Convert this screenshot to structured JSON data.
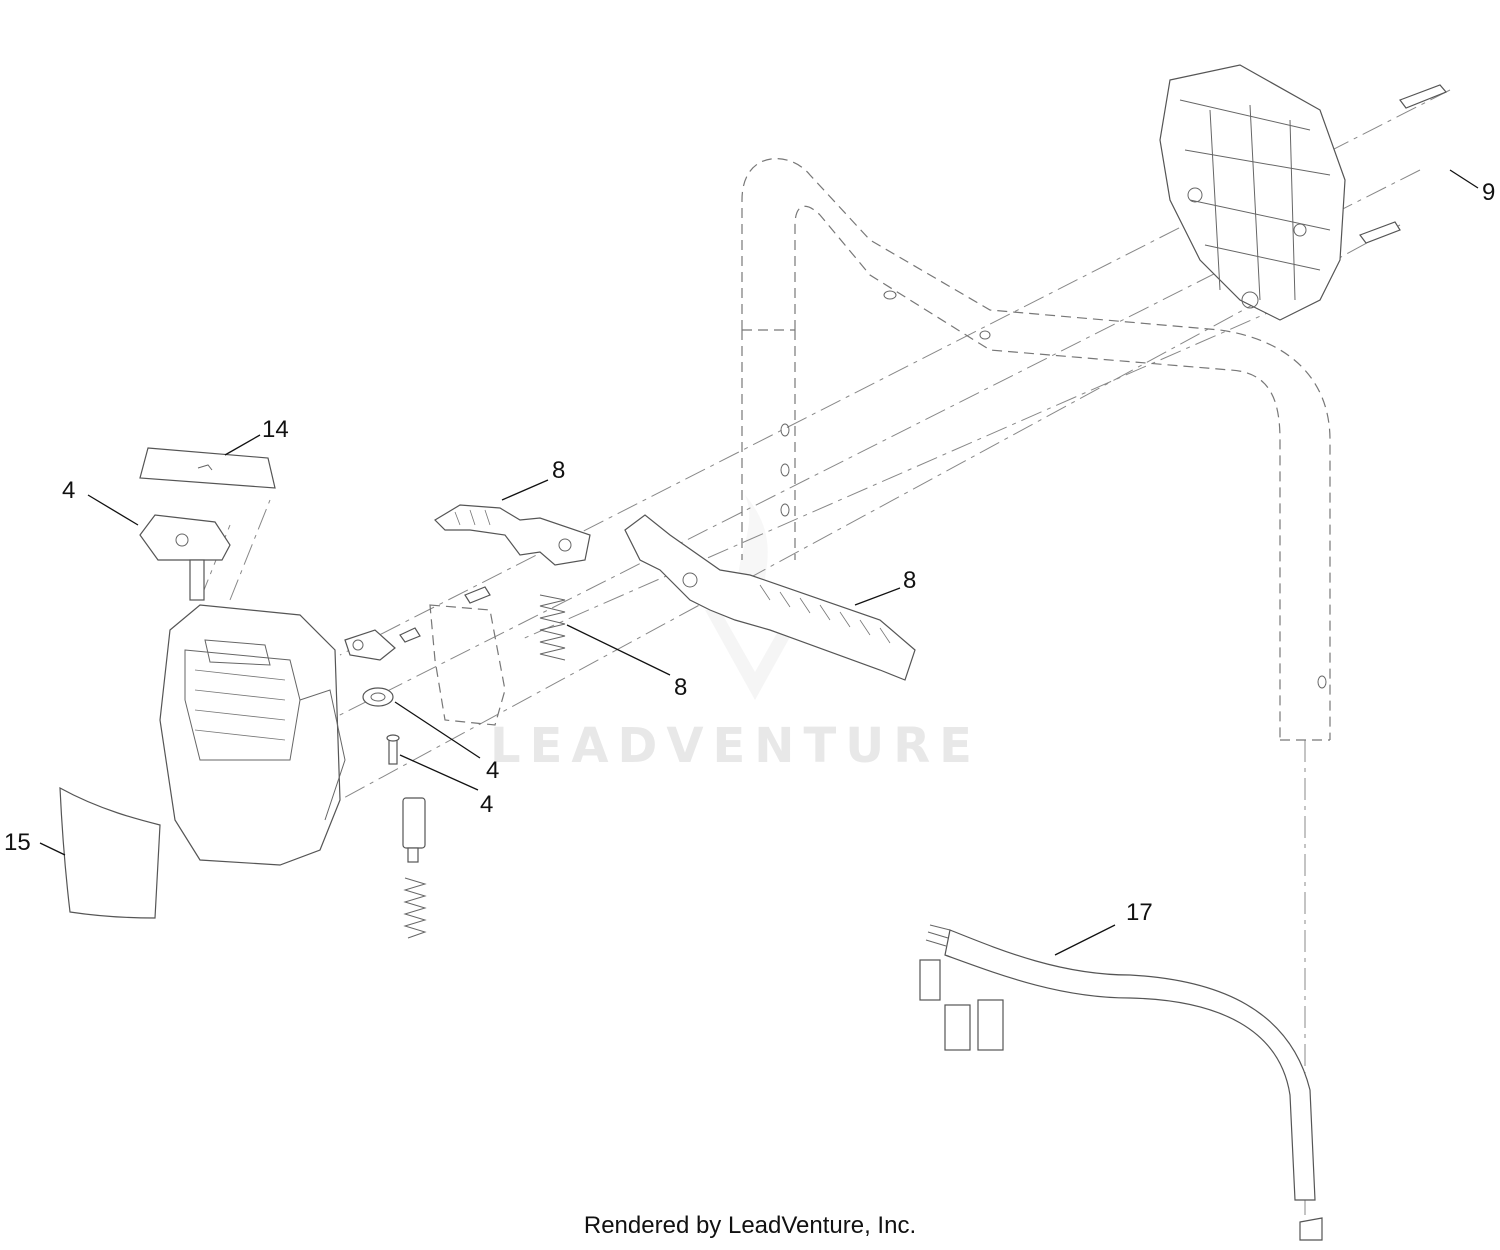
{
  "diagram": {
    "callouts": [
      "14",
      "4",
      "8",
      "8",
      "8",
      "4",
      "4",
      "9",
      "15",
      "17"
    ],
    "watermark_text": "LEADVENTURE",
    "footer_text": "Rendered by LeadVenture, Inc."
  }
}
